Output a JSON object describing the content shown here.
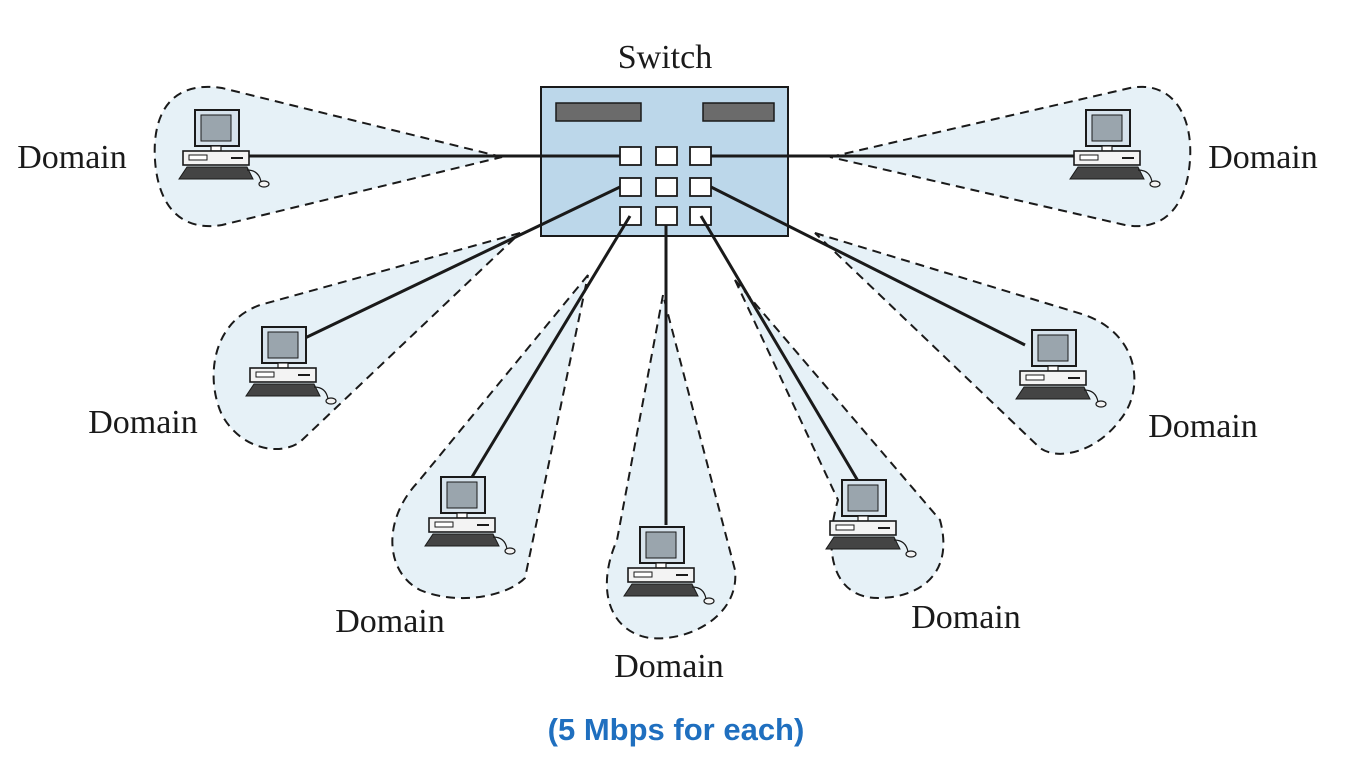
{
  "title": "Switch",
  "caption": "(5 Mbps for each)",
  "colors": {
    "domain_fill": "#e6f1f7",
    "switch_fill": "#bcd7ea",
    "line": "#1a1a1a",
    "caption": "#1f6fbf"
  },
  "icons": {
    "computer": "computer-icon",
    "switch": "switch-icon"
  },
  "domains": [
    {
      "id": "left-top",
      "label": "Domain"
    },
    {
      "id": "right-top",
      "label": "Domain"
    },
    {
      "id": "left-middle",
      "label": "Domain"
    },
    {
      "id": "right-middle",
      "label": "Domain"
    },
    {
      "id": "lower-left",
      "label": "Domain"
    },
    {
      "id": "bottom-center",
      "label": "Domain"
    },
    {
      "id": "lower-right",
      "label": "Domain"
    }
  ]
}
